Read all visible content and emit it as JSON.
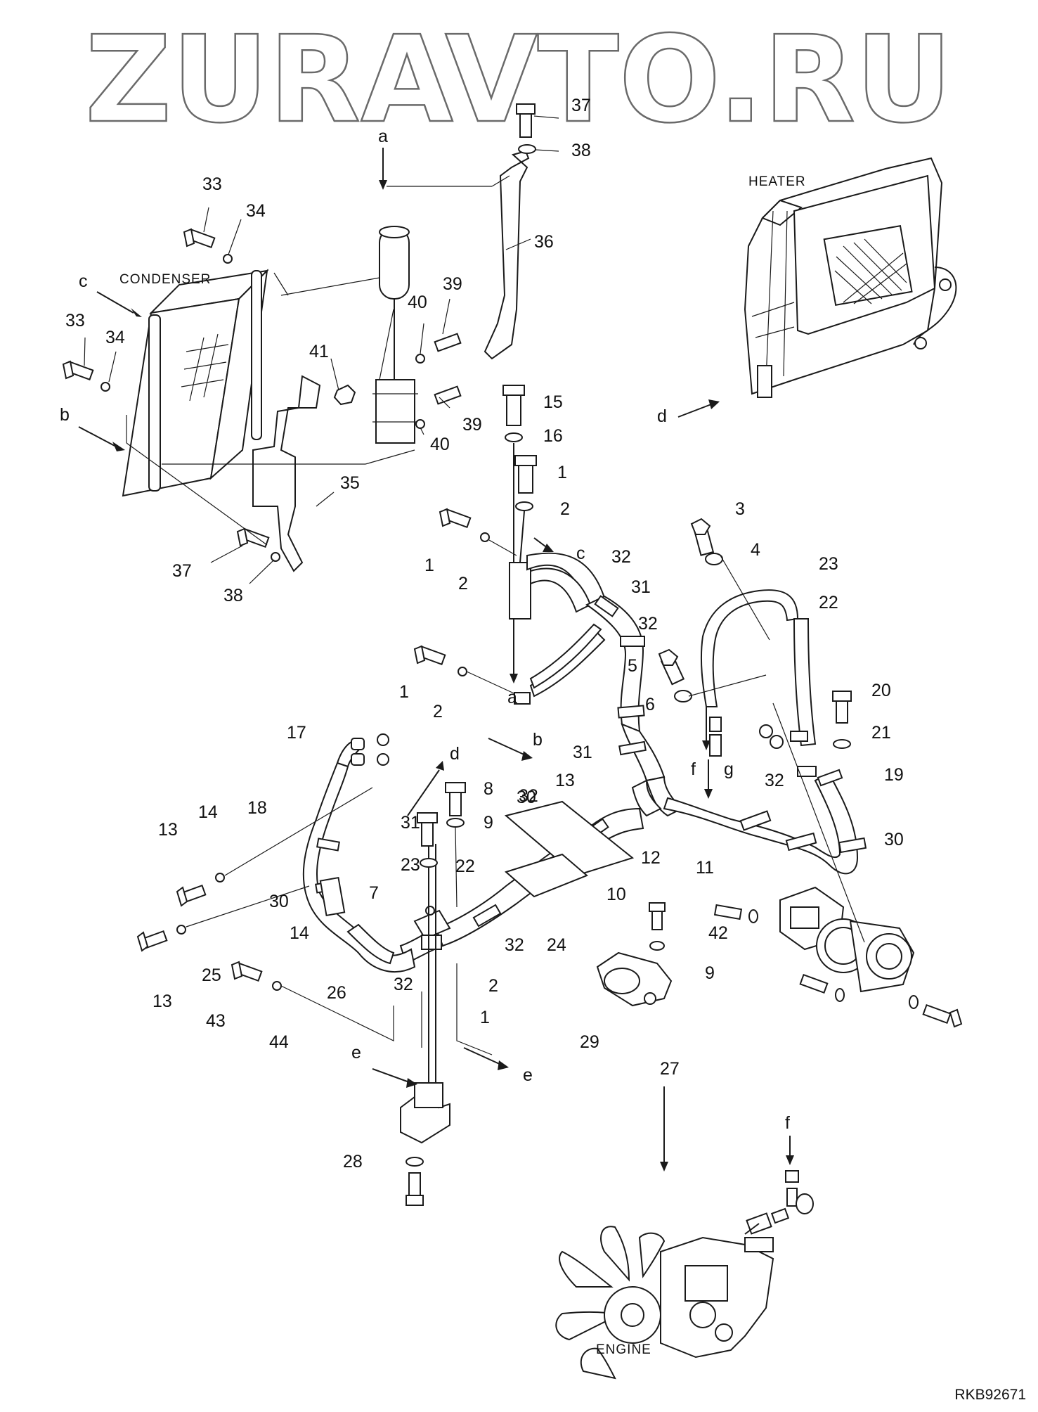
{
  "watermark": "ZURAVTO.RU",
  "drawing_code": "RKB92671",
  "captions": {
    "condenser": "CONDENSER",
    "heater": "HEATER",
    "engine": "ENGINE"
  },
  "part_numbers": [
    "37",
    "38",
    "36",
    "33",
    "34",
    "33",
    "34",
    "40",
    "39",
    "41",
    "39",
    "40",
    "35",
    "37",
    "38",
    "15",
    "16",
    "1",
    "2",
    "1",
    "2",
    "3",
    "4",
    "32",
    "31",
    "32",
    "23",
    "22",
    "5",
    "6",
    "1",
    "2",
    "20",
    "21",
    "31",
    "19",
    "13",
    "30",
    "32",
    "30",
    "11",
    "12",
    "8",
    "9",
    "31",
    "23",
    "22",
    "17",
    "18",
    "13",
    "14",
    "30",
    "14",
    "32",
    "10",
    "32",
    "7",
    "24",
    "32",
    "1",
    "2",
    "13",
    "25",
    "26",
    "43",
    "44",
    "42",
    "9",
    "29",
    "27",
    "28"
  ],
  "reference_letters": [
    "a",
    "c",
    "b",
    "d",
    "c",
    "a",
    "b",
    "d",
    "f",
    "g",
    "e",
    "e",
    "f"
  ]
}
